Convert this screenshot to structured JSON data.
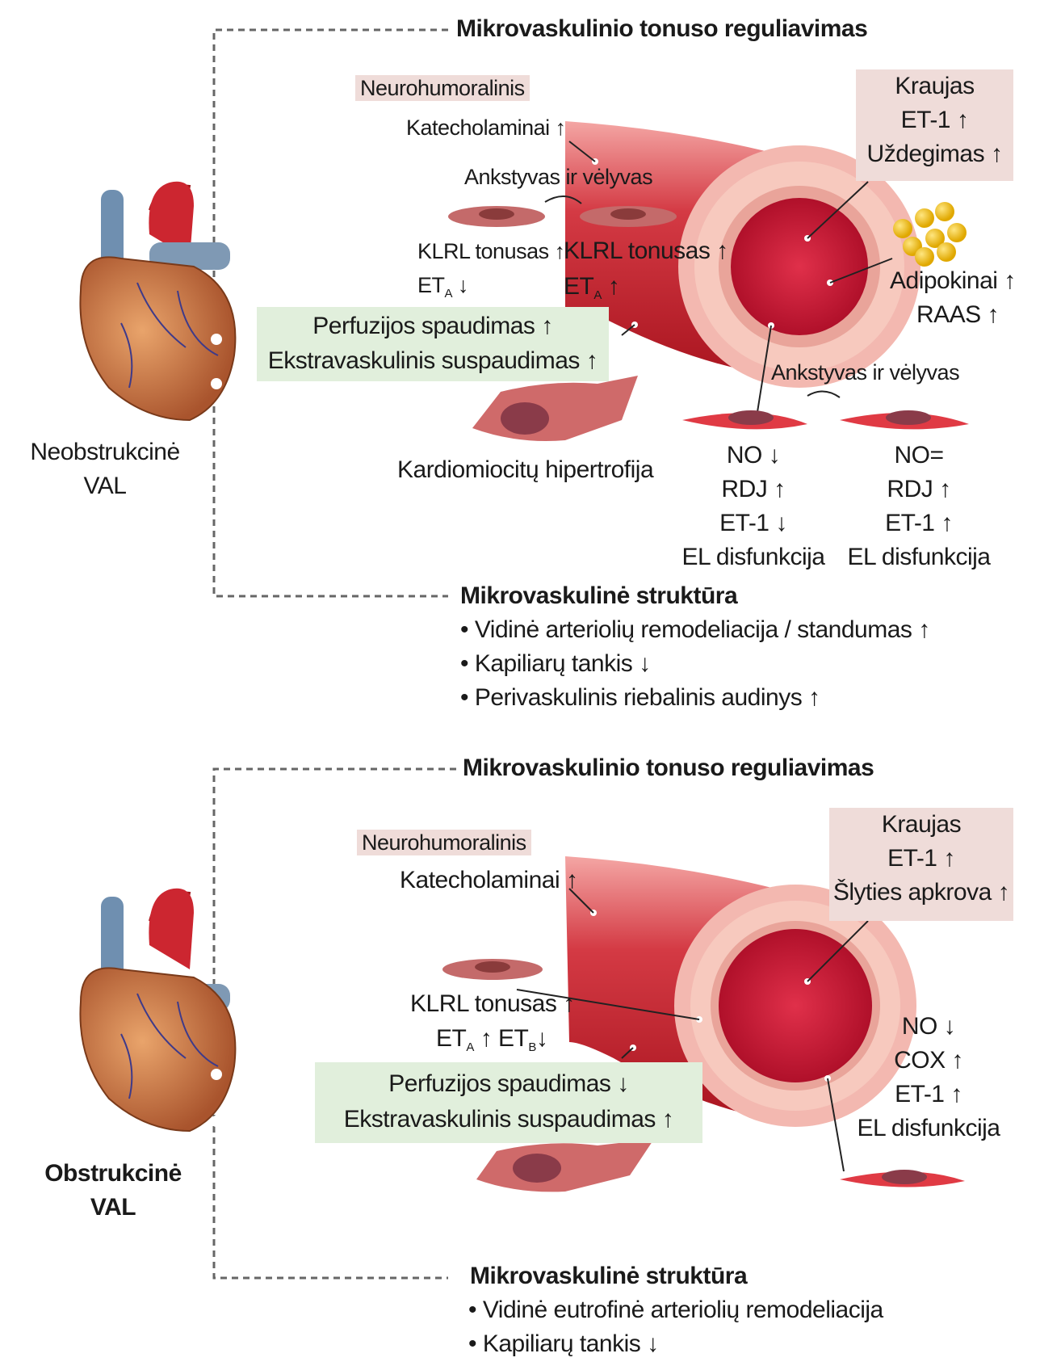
{
  "top": {
    "tonus_title": "Mikrovaskulinio tonuso reguliavimas",
    "neuro_label": "Neurohumoralinis",
    "katecholaminai": "Katecholaminai ↑",
    "early_late_1": "Ankstyvas ir vėlyvas",
    "blood_box": [
      "Kraujas",
      "ET-1 ↑",
      "Uždegimas ↑"
    ],
    "klrl_left": "KLRL tonusas ↑",
    "eta_left_main": "ET",
    "eta_left_sub": "A",
    "eta_left_arrow": " ↓",
    "klrl_right": "KLRL tonusas ↑",
    "eta_right_main": "ET",
    "eta_right_sub": "A",
    "eta_right_arrow": " ↑",
    "adipo": [
      "Adipokinai ↑",
      "RAAS ↑"
    ],
    "green_box": [
      "Perfuzijos spaudimas ↑",
      "Ekstravaskulinis suspaudimas ↑"
    ],
    "early_late_2": "Ankstyvas ir vėlyvas",
    "patient_label": [
      "Neobstrukcinė",
      "VAL"
    ],
    "hypertrophy": "Kardiomiocitų hipertrofija",
    "endo_left": [
      "NO ↓",
      "RDJ ↑",
      "ET-1 ↓",
      "EL disfunkcija"
    ],
    "endo_right": [
      "NO=",
      "RDJ ↑",
      "ET-1 ↑",
      "EL disfunkcija"
    ],
    "structure_title": "Mikrovaskulinė struktūra",
    "structure_items": [
      "Vidinė arteriolių remodeliacija / standumas ↑",
      "Kapiliarų tankis ↓",
      "Perivaskulinis riebalinis audinys ↑"
    ]
  },
  "bottom": {
    "tonus_title": "Mikrovaskulinio tonuso reguliavimas",
    "neuro_label": "Neurohumoralinis",
    "katecholaminai": "Katecholaminai ↑",
    "blood_box": [
      "Kraujas",
      "ET-1 ↑",
      "Šlyties apkrova ↑"
    ],
    "klrl": "KLRL tonusas ↑",
    "eta_main": "ET",
    "eta_sub": "A",
    "eta_arrow": " ↑",
    "etb_main": "ET",
    "etb_sub": "B",
    "etb_arrow": "↓",
    "endo": [
      "NO ↓",
      "COX ↑",
      "ET-1 ↑",
      "EL disfunkcija"
    ],
    "green_box": [
      "Perfuzijos spaudimas ↓",
      "Ekstravaskulinis suspaudimas ↑"
    ],
    "patient_label": [
      "Obstrukcinė",
      "VAL"
    ],
    "structure_title": "Mikrovaskulinė struktūra",
    "structure_items": [
      "Vidinė eutrofinė arteriolių remodeliacija",
      "Kapiliarų tankis ↓"
    ]
  }
}
